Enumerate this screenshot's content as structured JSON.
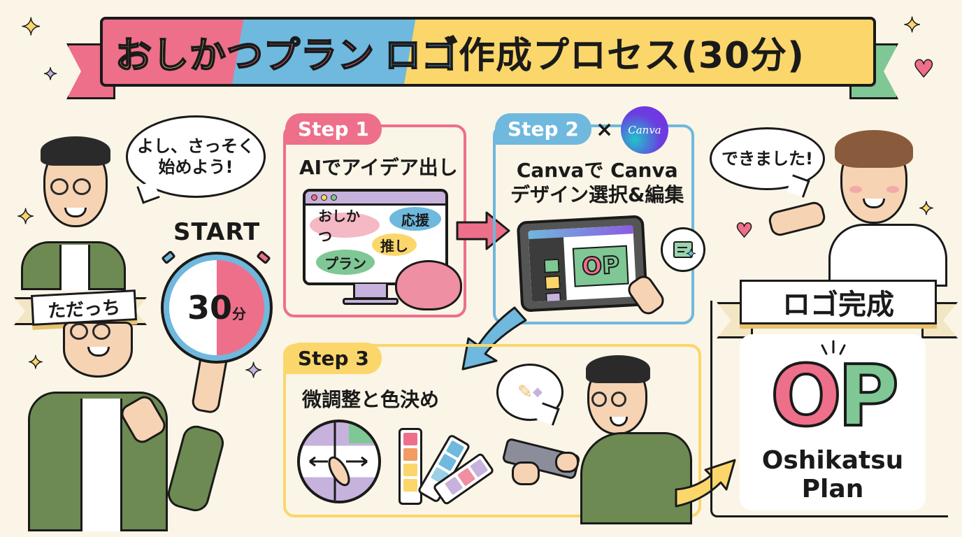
{
  "title": {
    "segments": [
      {
        "text": "おしか",
        "color": "yellow"
      },
      {
        "text": "つプラン",
        "color": "pink"
      },
      {
        "text": "ロゴ",
        "color": "blue"
      },
      {
        "text": "作成プロセス(30分)",
        "color": "dark"
      }
    ],
    "full_text": "おしかつプラン ロゴ作成プロセス(30分)"
  },
  "left_character": {
    "speech": "よし、さっそく\n始めよう!",
    "speech_line1": "よし、さっそく",
    "speech_line2": "始めよう!",
    "name_tag": "ただっち"
  },
  "timer": {
    "label": "START",
    "minutes": "30",
    "unit": "分"
  },
  "steps": [
    {
      "badge": "Step 1",
      "title": "AIでアイデア出し",
      "keywords": [
        "おしかつ",
        "応援",
        "推し",
        "プラン"
      ],
      "accent": "#ee6f8a"
    },
    {
      "badge": "Step 2",
      "partner": "Canva",
      "times": "×",
      "title_line1": "Canvaで Canva",
      "title_line2": "デザイン選択&編集",
      "mini_logo": {
        "o": "O",
        "p": "P"
      },
      "accent": "#6fb8de"
    },
    {
      "badge": "Step 3",
      "title": "微調整と色決め",
      "accent": "#fbd66b"
    }
  ],
  "right_character": {
    "speech": "できました!"
  },
  "result": {
    "ribbon": "ロゴ完成",
    "logo_o": "O",
    "logo_p": "P",
    "name_line1": "Oshikatsu",
    "name_line2": "Plan"
  },
  "colors": {
    "background": "#faf5e6",
    "pink": "#ee6f8a",
    "blue": "#6fb8de",
    "yellow": "#fbd66b",
    "green": "#7fc794",
    "purple": "#c6b2dd",
    "jacket": "#6d8a52",
    "outline": "#1a1a1a"
  }
}
